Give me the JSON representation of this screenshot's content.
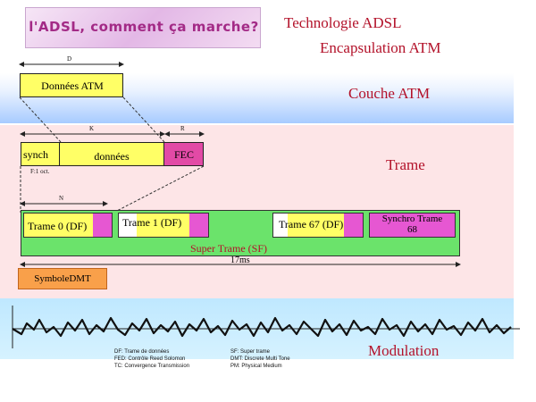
{
  "header": {
    "banner": "l'ADSL, comment ça marche?",
    "title_line1": "Technologie ADSL",
    "title_line2": "Encapsulation ATM"
  },
  "colors": {
    "label_red": "#b3122a",
    "yellow": "#ffff66",
    "magenta": "#e657d2",
    "green": "#6be36b",
    "orange": "#f9a04a"
  },
  "layers": {
    "atm": "Couche ATM",
    "trame": "Trame",
    "modulation": "Modulation"
  },
  "atm_section": {
    "dim_label": "D",
    "cell_label": "Données ATM"
  },
  "trame_section": {
    "k_label": "K",
    "r_label": "R",
    "synch": "synch",
    "donnees": "données",
    "fec": "FEC",
    "synch_size": "F:1 oct.",
    "n_label": "N"
  },
  "superframe": {
    "frames": [
      "Trame 0 (DF)",
      "Trame 1 (DF)",
      "Trame 67 (DF)"
    ],
    "sync_frame_line1": "Synchro Trame",
    "sync_frame_line2": "68",
    "label": "Super Trame (SF)",
    "duration": "17ms"
  },
  "dmt": {
    "symbol_label": "SymboleDMT"
  },
  "legend": {
    "left": [
      "DF: Trame de données",
      "FED: Contrôle Reed Solomon",
      "TC: Convergence Transmission"
    ],
    "right": [
      "SF: Super trame",
      "DMT: Discrete Multi Tone",
      "PM: Physical Medium"
    ]
  }
}
